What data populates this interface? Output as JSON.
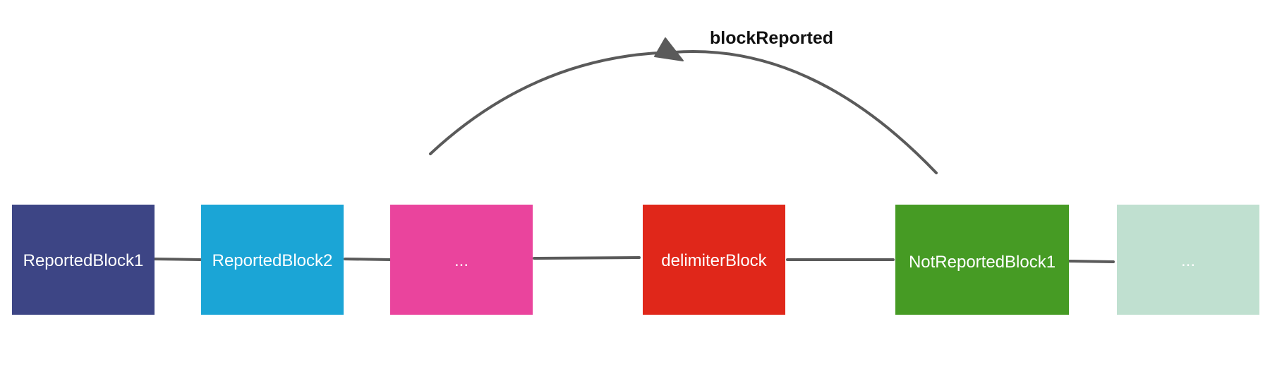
{
  "arc": {
    "label": "blockReported"
  },
  "blocks": [
    {
      "id": "reported-block-1",
      "label": "ReportedBlock1",
      "color": "#3d4585"
    },
    {
      "id": "reported-block-2",
      "label": "ReportedBlock2",
      "color": "#1ba5d6"
    },
    {
      "id": "ellipsis-block-1",
      "label": "...",
      "color": "#ea449d"
    },
    {
      "id": "delimiter-block",
      "label": "delimiterBlock",
      "color": "#e0271a"
    },
    {
      "id": "not-reported-block-1",
      "label": "NotReportedBlock1",
      "color": "#469b24"
    },
    {
      "id": "ellipsis-block-2",
      "label": "...",
      "color": "#c0e0d0"
    }
  ]
}
